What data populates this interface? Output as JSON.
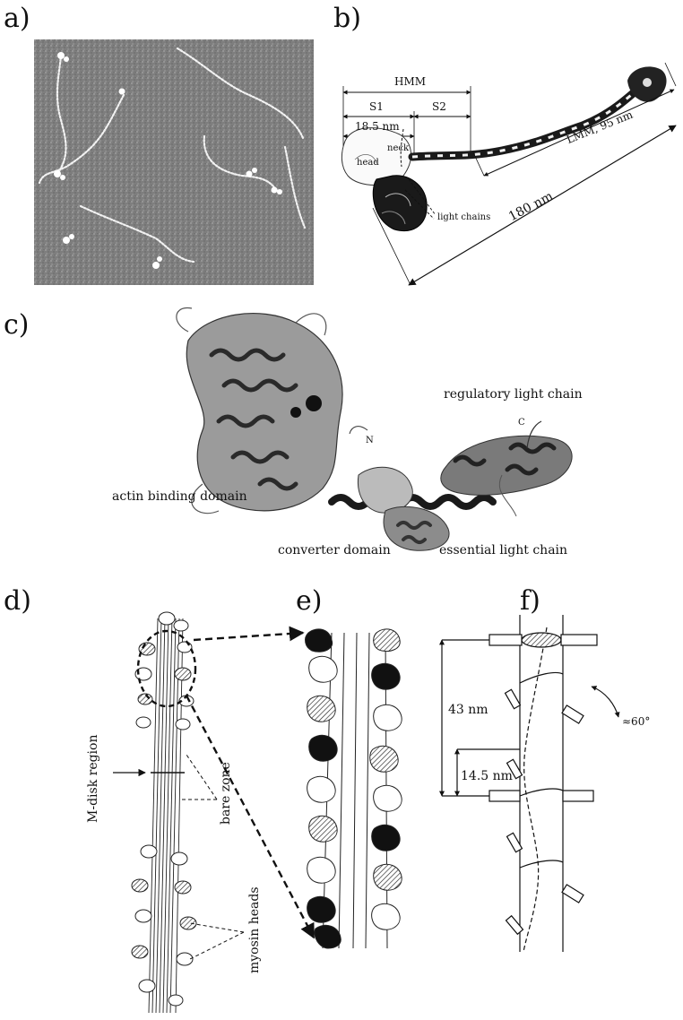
{
  "panels": {
    "a": {
      "label": "a)"
    },
    "b": {
      "label": "b)",
      "annotations": {
        "hmm": "HMM",
        "s1": "S1",
        "s2": "S2",
        "s1_length": "18.5 nm",
        "neck": "neck",
        "head": "head",
        "light_chains": "light chains",
        "lmm": "LMM, 95 nm",
        "total": "180 nm"
      }
    },
    "c": {
      "label": "c)",
      "annotations": {
        "regulatory": "regulatory light chain",
        "c_term": "C",
        "n_term": "N",
        "actin": "actin binding domain",
        "converter": "converter domain",
        "essential": "essential light chain"
      }
    },
    "d": {
      "label": "d)",
      "annotations": {
        "m_disk": "M-disk region",
        "bare_zone": "bare zone",
        "myosin_heads": "myosin heads"
      }
    },
    "e": {
      "label": "e)"
    },
    "f": {
      "label": "f)",
      "annotations": {
        "repeat": "43 nm",
        "crown": "14.5 nm",
        "angle": "≈60°"
      }
    }
  }
}
